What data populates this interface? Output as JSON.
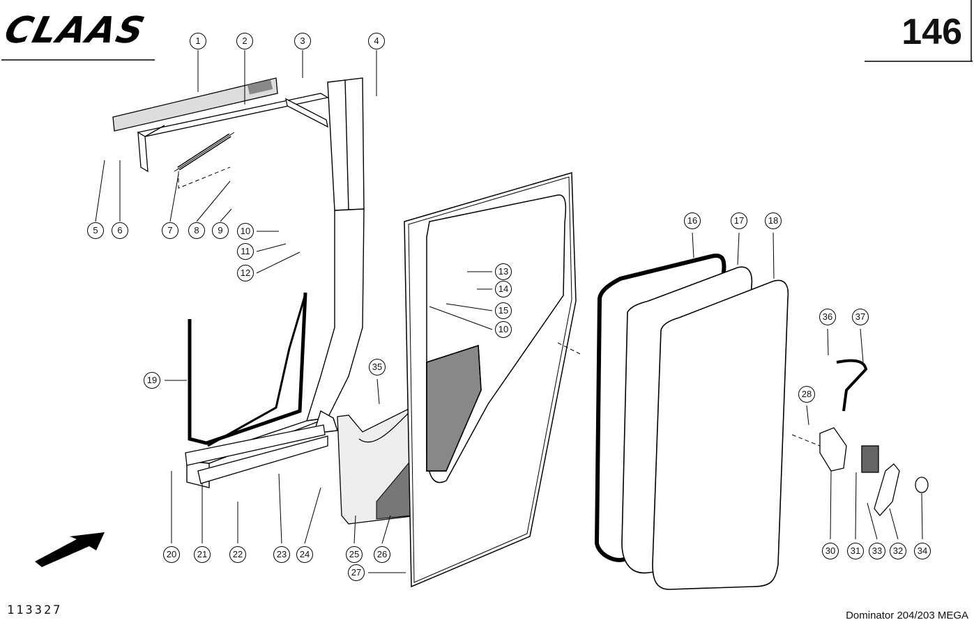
{
  "header": {
    "brand": "CLAAS",
    "page_number": "146"
  },
  "footer": {
    "drawing_number": "113327",
    "model": "Dominator 204/203 MEGA"
  },
  "callouts": [
    "1",
    "2",
    "3",
    "4",
    "5",
    "6",
    "7",
    "8",
    "9",
    "10",
    "11",
    "12",
    "13",
    "14",
    "15",
    "10",
    "16",
    "17",
    "18",
    "19",
    "35",
    "36",
    "37",
    "28",
    "20",
    "21",
    "22",
    "23",
    "24",
    "25",
    "26",
    "27",
    "30",
    "31",
    "33",
    "32",
    "34"
  ]
}
